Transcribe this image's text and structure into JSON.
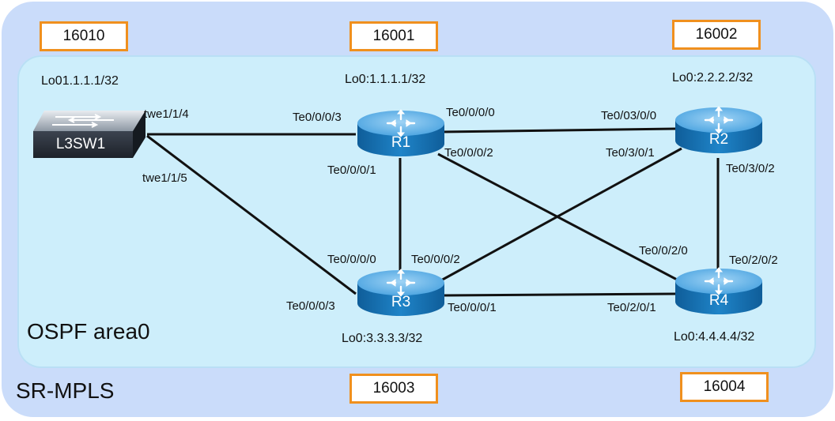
{
  "diagram": {
    "outer_domain_label": "SR-MPLS",
    "inner_domain_label": "OSPF area0",
    "colors": {
      "outer_bg": "#cadcfa",
      "inner_bg": "#cdeefb",
      "sid_border": "#f0901e",
      "router_blue": "#1c7bc0",
      "wire": "#111111"
    },
    "sids": {
      "l3sw1": "16010",
      "r1": "16001",
      "r2": "16002",
      "r3": "16003",
      "r4": "16004"
    },
    "loopbacks": {
      "l3sw1": "Lo01.1.1.1/32",
      "r1": "Lo0:1.1.1.1/32",
      "r2": "Lo0:2.2.2.2/32",
      "r3": "Lo0:3.3.3.3/32",
      "r4": "Lo0:4.4.4.4/32"
    },
    "nodes": {
      "l3sw1": {
        "name": "L3SW1",
        "icon": "layer3-switch-icon"
      },
      "r1": {
        "name": "R1",
        "icon": "router-icon"
      },
      "r2": {
        "name": "R2",
        "icon": "router-icon"
      },
      "r3": {
        "name": "R3",
        "icon": "router-icon"
      },
      "r4": {
        "name": "R4",
        "icon": "router-icon"
      }
    },
    "interfaces": {
      "l3sw1_r1": "twe1/1/4",
      "l3sw1_r3": "twe1/1/5",
      "r1_l3sw1": "Te0/0/0/3",
      "r1_r2": "Te0/0/0/0",
      "r1_r4": "Te0/0/0/2",
      "r1_r3": "Te0/0/0/1",
      "r2_r1": "Te0/03/0/0",
      "r2_r3": "Te0/3/0/1",
      "r2_r4": "Te0/3/0/2",
      "r3_r1": "Te0/0/0/0",
      "r3_r2": "Te0/0/0/2",
      "r3_l3sw1": "Te0/0/0/3",
      "r3_r4": "Te0/0/0/1",
      "r4_r1": "Te0/0/2/0",
      "r4_r2": "Te0/2/0/2",
      "r4_r3": "Te0/2/0/1"
    },
    "links": [
      {
        "name": "link-l3sw1-r1",
        "from": "l3sw1",
        "to": "r1"
      },
      {
        "name": "link-l3sw1-r3",
        "from": "l3sw1",
        "to": "r3"
      },
      {
        "name": "link-r1-r2",
        "from": "r1",
        "to": "r2"
      },
      {
        "name": "link-r1-r3",
        "from": "r1",
        "to": "r3"
      },
      {
        "name": "link-r1-r4",
        "from": "r1",
        "to": "r4"
      },
      {
        "name": "link-r2-r3",
        "from": "r2",
        "to": "r3"
      },
      {
        "name": "link-r2-r4",
        "from": "r2",
        "to": "r4"
      },
      {
        "name": "link-r3-r4",
        "from": "r3",
        "to": "r4"
      }
    ]
  }
}
